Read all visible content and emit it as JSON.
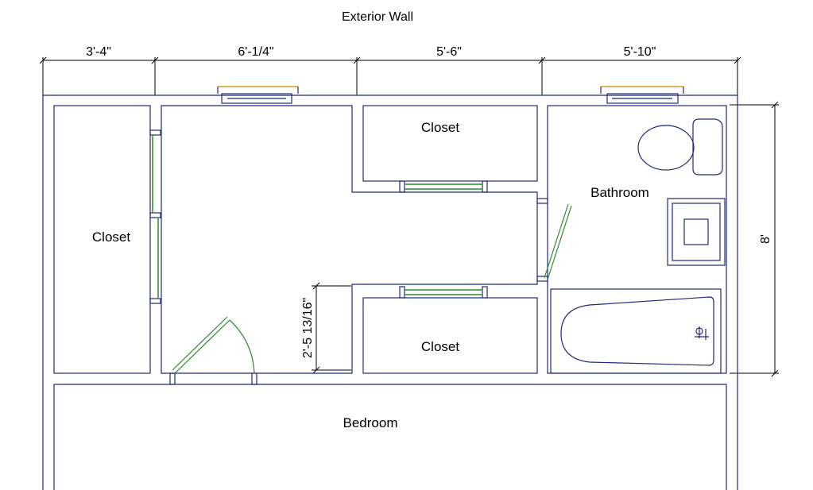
{
  "title": "Exterior Wall",
  "dimensions": {
    "top": [
      "3'-4\"",
      "6'-1/4\"",
      "5'-6\"",
      "5'-10\""
    ],
    "right": "8'",
    "interior": "2'-5 13/16\""
  },
  "rooms": {
    "closet_left": "Closet",
    "closet_top": "Closet",
    "closet_bottom": "Closet",
    "bathroom": "Bathroom",
    "bedroom": "Bedroom"
  },
  "colors": {
    "walls": "#1f2a7a",
    "doors": "#2e8b2e",
    "window_sill": "#d79a2a",
    "dimension_lines": "#000000"
  }
}
